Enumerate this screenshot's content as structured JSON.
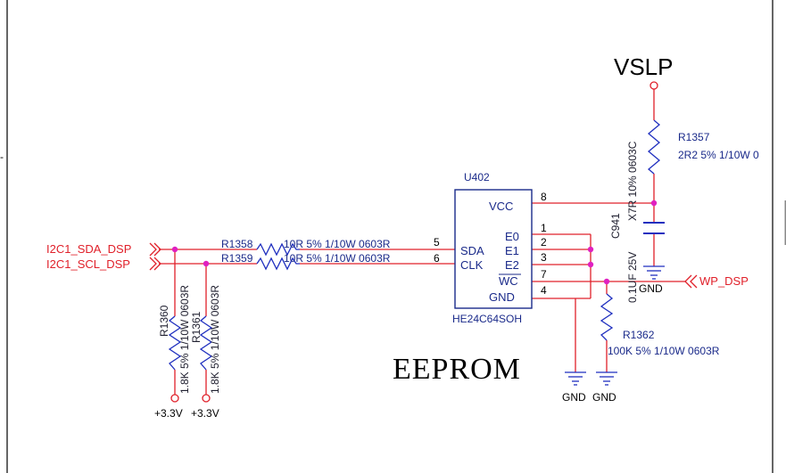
{
  "power": {
    "vslp": "VSLP",
    "v33_a": "+3.3V",
    "v33_b": "+3.3V"
  },
  "ic": {
    "ref": "U402",
    "part": "HE24C64SOH",
    "pins": {
      "vcc": "VCC",
      "sda": "SDA",
      "clk": "CLK",
      "e0": "E0",
      "e1": "E1",
      "e2": "E2",
      "wc": "WC",
      "gnd": "GND",
      "n8": "8",
      "n5": "5",
      "n6": "6",
      "n1": "1",
      "n2": "2",
      "n3": "3",
      "n7": "7",
      "n4": "4"
    }
  },
  "components": {
    "r1357": {
      "ref": "R1357",
      "value": "2R2 5% 1/10W 0"
    },
    "c941": {
      "ref": "C941",
      "value_a": "X7R 10% 0603C",
      "value_b": "0.1UF 25V"
    },
    "r1358": {
      "ref": "R1358",
      "value": "10R 5% 1/10W 0603R"
    },
    "r1359": {
      "ref": "R1359",
      "value": "10R 5% 1/10W 0603R"
    },
    "r1360": {
      "ref": "R1360",
      "value": "1.8K 5% 1/10W 0603R"
    },
    "r1361": {
      "ref": "R1361",
      "value": "1.8K 5% 1/10W 0603R"
    },
    "r1362": {
      "ref": "R1362",
      "value": "100K 5% 1/10W 0603R"
    }
  },
  "nets": {
    "sda": "I2C1_SDA_DSP",
    "scl": "I2C1_SCL_DSP",
    "wp": "WP_DSP"
  },
  "grounds": {
    "g_cap": "GND",
    "g_ic": "GND",
    "g_wc": "GND"
  },
  "title": "EEPROM",
  "colors": {
    "wire": "#e0202a",
    "resistor": "#1f2fbf",
    "component": "#1a2a8a",
    "junction": "#e020c0",
    "text": "#000000"
  }
}
